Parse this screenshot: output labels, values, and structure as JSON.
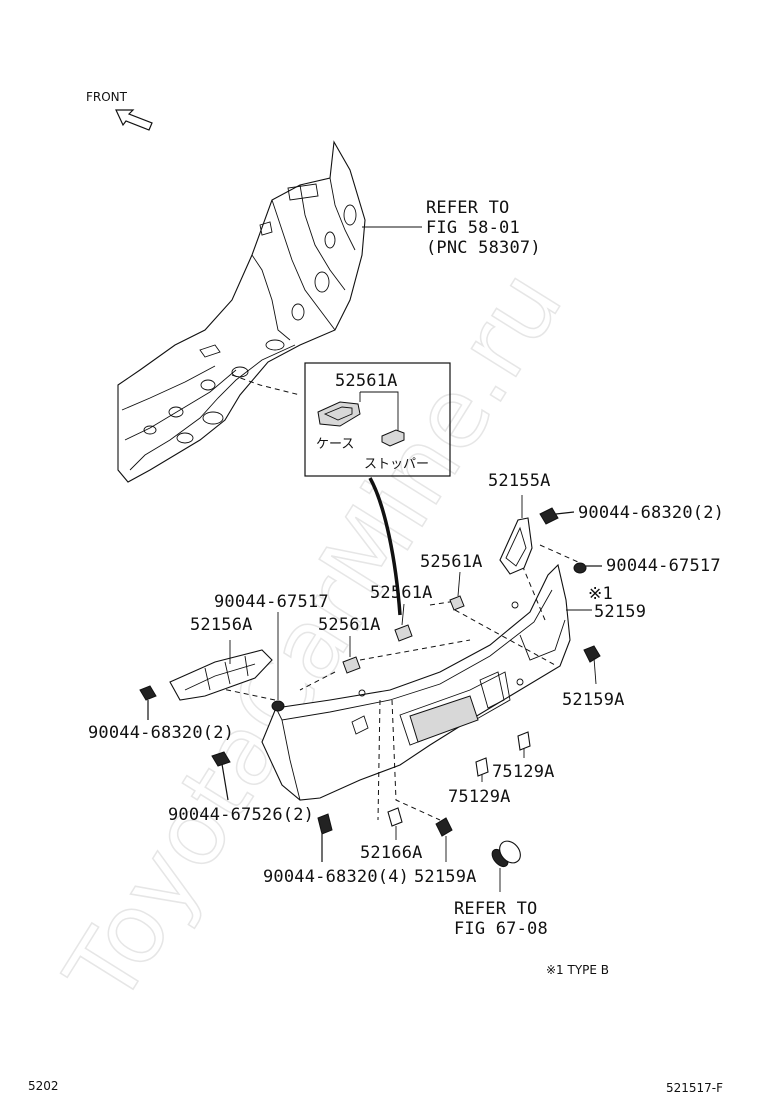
{
  "watermark": "ToyotaCarMine.ru",
  "front_label": "FRONT",
  "refer_top": {
    "line1": "REFER TO",
    "line2": "FIG 58-01",
    "line3": "(PNC 58307)"
  },
  "inset": {
    "part": "52561A",
    "case_label": "ケース",
    "stopper_label": "ストッパー"
  },
  "parts": {
    "p52155A": "52155A",
    "p90044_68320_2_right": "90044-68320(2)",
    "p90044_67517_right": "90044-67517",
    "p52561A_1": "52561A",
    "p52561A_2": "52561A",
    "p52561A_3": "52561A",
    "note_mark": "※1",
    "p52159": "52159",
    "p52159A_right": "52159A",
    "p90044_67517_left": "90044-67517",
    "p52156A": "52156A",
    "p90044_68320_2_left": "90044-68320(2)",
    "p75129A_1": "75129A",
    "p75129A_2": "75129A",
    "p90044_67526_2": "90044-67526(2)",
    "p52166A": "52166A",
    "p90044_68320_4": "90044-68320(4)",
    "p52159A_bottom": "52159A"
  },
  "refer_bottom": {
    "line1": "REFER TO",
    "line2": "FIG 67-08"
  },
  "type_note": "※1 TYPE B",
  "page_number": "5202",
  "illustration_code": "521517-F"
}
